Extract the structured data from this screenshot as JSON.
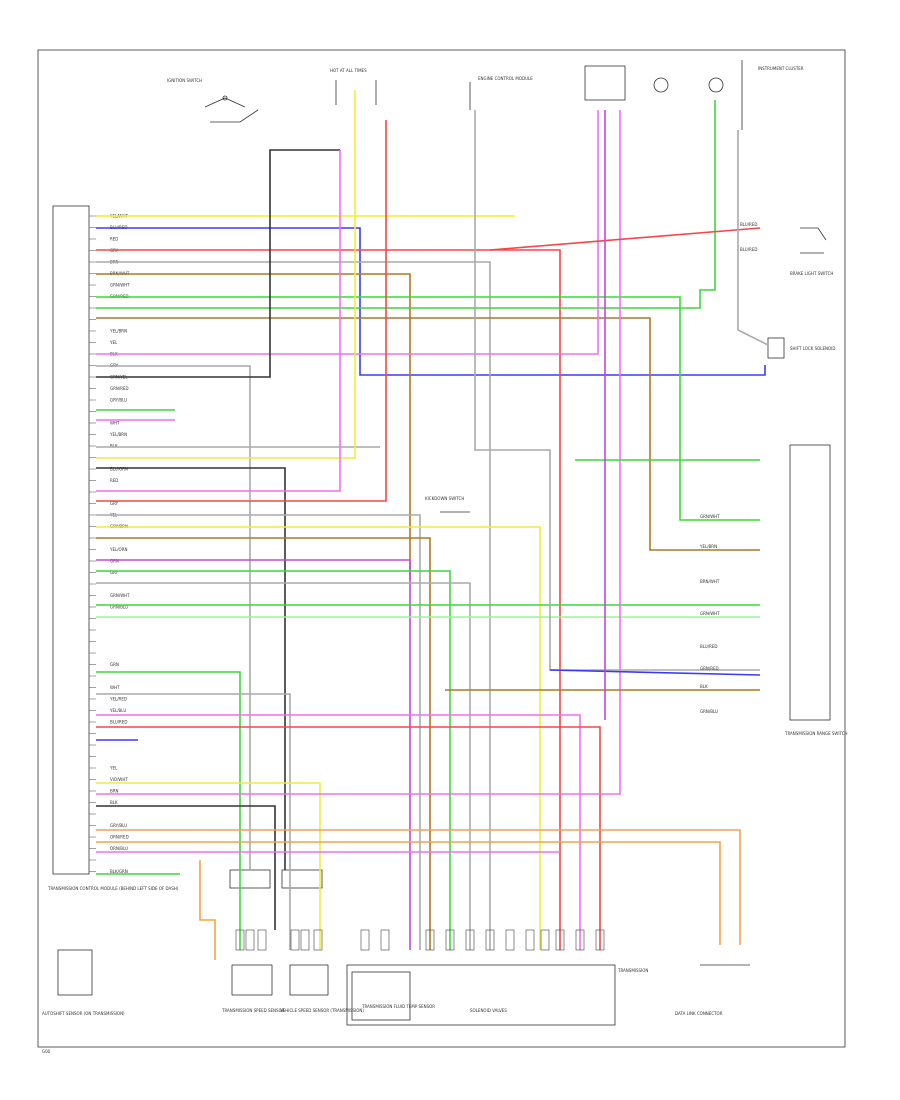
{
  "colors": {
    "yel": "#f2ec3a",
    "blu": "#3b3bf5",
    "red": "#f24848",
    "gry": "#aaaaaa",
    "brn": "#b07a1e",
    "grn": "#3ad83a",
    "vio": "#c04ad8",
    "pnk": "#f46df4",
    "org": "#f4a34a",
    "lgrn": "#9ff09f",
    "blk": "#333333",
    "tan": "#e8c98a"
  },
  "pin_labels": [
    "YEL/WHT",
    "BLU/RED",
    "RED",
    "GRY",
    "BRN",
    "BRN/WHT",
    "GRN/WHT",
    "GRN/RED",
    "",
    "",
    "YEL/BRN",
    "YEL",
    "BLK",
    "GRY",
    "GRN/YEL",
    "GRN/RED",
    "GRY/BLU",
    "",
    "WHT",
    "YEL/BRN",
    "BLK",
    "",
    "BLU/GRN",
    "RED",
    "",
    "GRY",
    "YEL",
    "GRY/BRN",
    "",
    "YEL/ORN",
    "GRN",
    "GRY",
    "",
    "GRN/WHT",
    "GRN/BLU",
    "",
    "",
    "",
    "",
    "GRN",
    "",
    "WHT",
    "YEL/RED",
    "YEL/BLU",
    "BLU/RED",
    "",
    "",
    "",
    "YEL",
    "VIO/WHT",
    "BRN",
    "BLK",
    "",
    "GRY/BLU",
    "ORN/RED",
    "ORN/BLU",
    "",
    "BLK/GRN"
  ],
  "left_caption": "TRANSMISSION CONTROL MODULE (BEHIND LEFT SIDE OF DASH)",
  "bottom_left_caption": "AUTOSHIFT SENSOR (ON TRANSMISSION)",
  "tr_switch_caption": "TRANSMISSION RANGE SWITCH",
  "bottom_captions": {
    "input_speed": "TRANSMISSION SPEED SENSOR",
    "vss": "VEHICLE SPEED SENSOR (TRANSMISSION)",
    "tcc": "TRANSMISSION FLUID TEMP SENSOR",
    "solenoids": "SOLENOID VALVES",
    "transmission": "TRANSMISSION",
    "obd": "DATA LINK CONNECTOR"
  },
  "top_labels": {
    "ign": "IGNITION SWITCH",
    "hot_run": "HOT AT ALL TIMES",
    "ecm": "ENGINE CONTROL MODULE",
    "combo": "INSTRUMENT CLUSTER"
  },
  "right_labels": {
    "brake": "BRAKE LIGHT SWITCH",
    "shift_lock": "SHIFT LOCK SOLENOID",
    "kickdown": "KICKDOWN SWITCH"
  },
  "wire_labels": [
    "BLU/RED",
    "BLU/RED",
    "GRN/WHT",
    "YEL/BRN",
    "BRN/WHT",
    "GRN/WHT",
    "BLU/RED",
    "GRN/RED",
    "BLK",
    "GRN/BLU"
  ],
  "figure_id": "G00"
}
